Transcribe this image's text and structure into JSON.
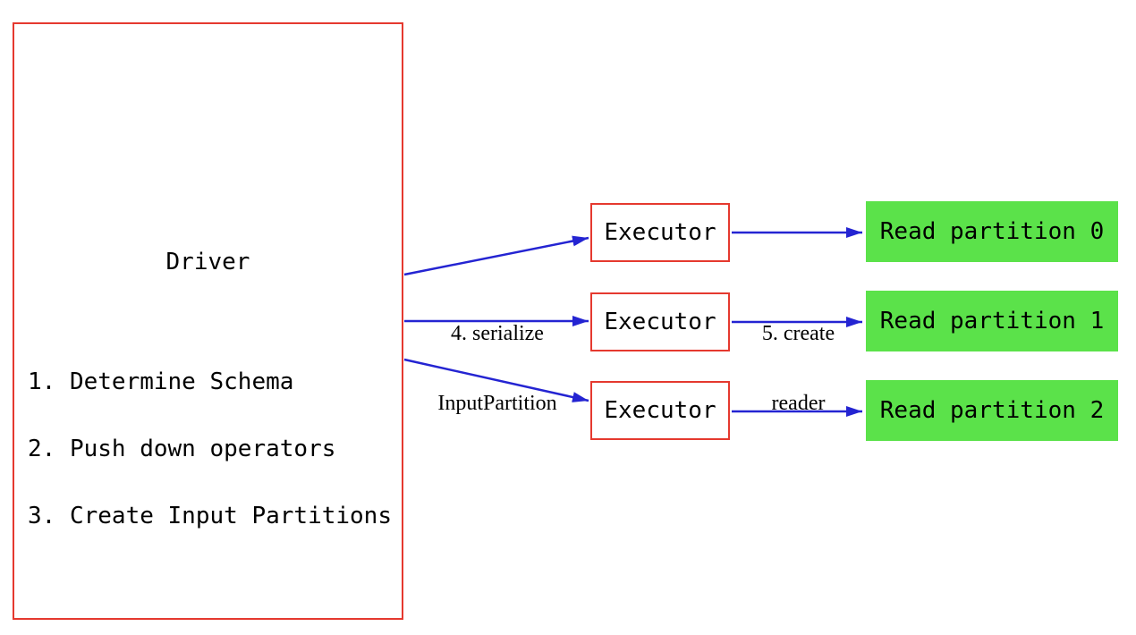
{
  "diagram": {
    "driver": {
      "title": "Driver",
      "steps": [
        "1. Determine Schema",
        "2. Push down operators",
        "3. Create Input Partitions"
      ]
    },
    "executors": [
      {
        "label": "Executor"
      },
      {
        "label": "Executor"
      },
      {
        "label": "Executor"
      }
    ],
    "partitions": [
      {
        "label": "Read partition 0"
      },
      {
        "label": "Read partition 1"
      },
      {
        "label": "Read partition 2"
      }
    ],
    "arrow_labels": {
      "serialize": {
        "line1": "4. serialize",
        "line2": "InputPartition"
      },
      "create_reader": {
        "line1": "5. create",
        "line2": "reader"
      }
    },
    "colors": {
      "box_border_red": "#e5392f",
      "arrow_blue": "#2424d2",
      "partition_green": "#5be24a",
      "text_black": "#000000"
    }
  }
}
